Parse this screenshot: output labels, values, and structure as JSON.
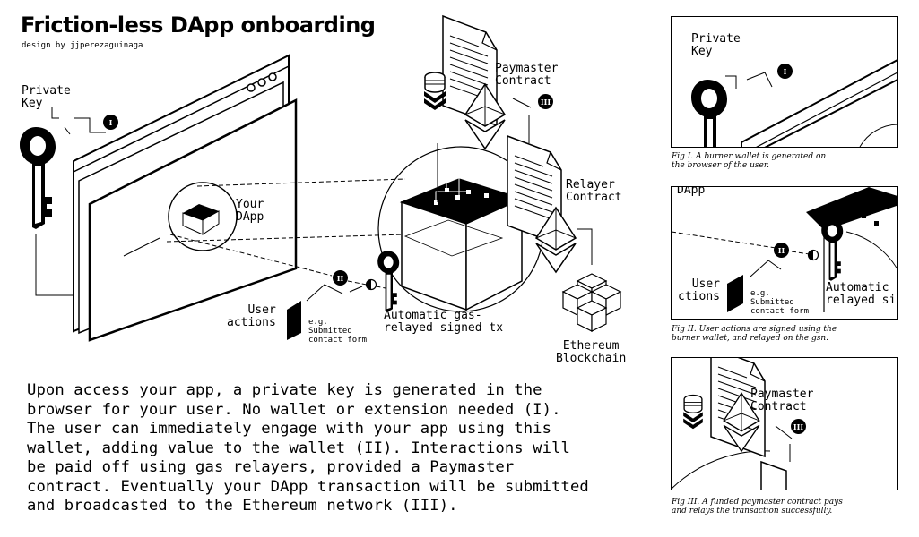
{
  "title": "Friction-less DApp onboarding",
  "subtitle": "design by jjperezaguinaga",
  "labels": {
    "private_key": "Private\nKey",
    "your_dapp": "Your\nDApp",
    "paymaster": "Paymaster\nContract",
    "relayer": "Relayer\nContract",
    "user_actions": "User\nactions",
    "example": "e.g.\nSubmitted\ncontact form",
    "automatic": "Automatic gas-\nrelayed signed tx",
    "ethereum": "Ethereum\nBlockchain"
  },
  "badges": {
    "one": "I",
    "two": "II",
    "three": "III"
  },
  "description": "Upon access your app, a private key is generated in the\nbrowser for your user. No wallet or extension needed (I).\nThe user can immediately engage with your app using this\nwallet, adding value to the wallet (II). Interactions will\nbe paid off using gas relayers, provided a Paymaster\ncontract. Eventually your DApp transaction will be submitted\nand broadcasted to the Ethereum network (III).",
  "figures": {
    "fig1": {
      "private_key": "Private\nKey",
      "badge": "I",
      "caption": "Fig I. A burner wallet is generated on\nthe browser of the user."
    },
    "fig2": {
      "dapp": "DApp",
      "badge": "II",
      "user": "User\nctions",
      "example": "e.g.\nSubmitted\ncontact form",
      "automatic": "Automatic\nrelayed si",
      "caption": "Fig II. User actions are signed using the\nburner wallet, and relayed on the gsn."
    },
    "fig3": {
      "paymaster": "Paymaster\nContract",
      "badge": "III",
      "caption": "Fig III. A funded paymaster contract pays\nand relays the transaction successfully."
    }
  }
}
